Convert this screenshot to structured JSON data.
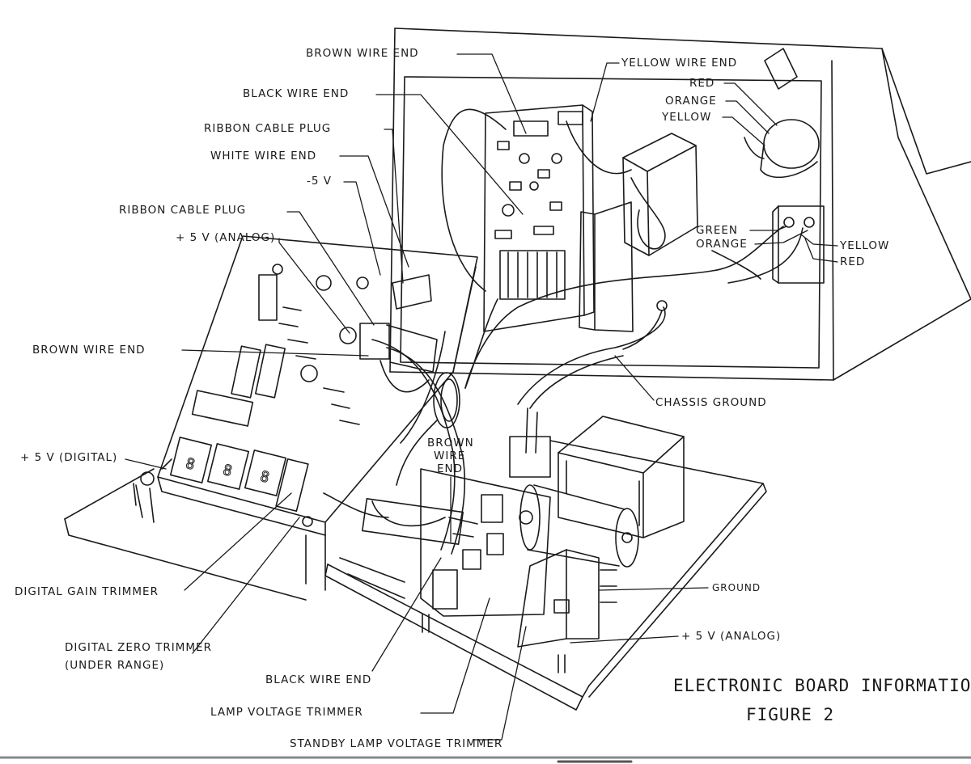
{
  "labels": {
    "brown_wire_end_top": "BROWN WIRE END",
    "black_wire_end_top": "BLACK WIRE END",
    "ribbon_cable_plug_1": "RIBBON CABLE PLUG",
    "white_wire_end": "WHITE WIRE END",
    "minus_5v": "-5 V",
    "ribbon_cable_plug_2": "RIBBON CABLE PLUG",
    "plus_5v_analog_left": "+ 5 V (ANALOG)",
    "brown_wire_end_left": "BROWN WIRE END",
    "plus_5v_digital": "+ 5 V (DIGITAL)",
    "digital_gain_trimmer": "DIGITAL GAIN TRIMMER",
    "digital_zero_trimmer_1": "DIGITAL ZERO TRIMMER",
    "digital_zero_trimmer_2": "(UNDER RANGE)",
    "black_wire_end_bottom": "BLACK WIRE END",
    "lamp_voltage_trimmer": "LAMP VOLTAGE TRIMMER",
    "standby_lamp_voltage_trimmer": "STANDBY LAMP VOLTAGE TRIMMER",
    "yellow_wire_end": "YELLOW WIRE END",
    "red_top": "RED",
    "orange_top": "ORANGE",
    "yellow_top": "YELLOW",
    "green_right": "GREEN",
    "orange_right": "ORANGE",
    "yellow_right": "YELLOW",
    "red_right": "RED",
    "chassis_ground": "CHASSIS GROUND",
    "brown_wire_end_mid_1": "BROWN",
    "brown_wire_end_mid_2": "WIRE",
    "brown_wire_end_mid_3": "END",
    "ground": "GROUND",
    "plus_5v_analog_right": "+ 5 V (ANALOG)"
  },
  "caption": {
    "title": "ELECTRONIC BOARD INFORMATION",
    "figure": "FIGURE 2"
  },
  "display_digits": [
    "8",
    "8",
    "8"
  ]
}
